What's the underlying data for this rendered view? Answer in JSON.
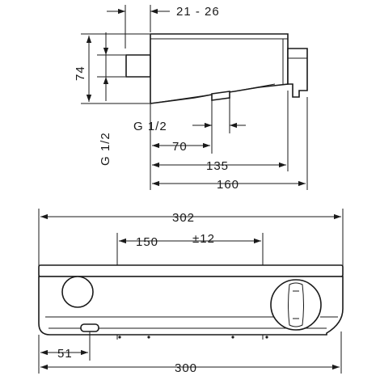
{
  "labels": {
    "top_depth": "21 - 26",
    "height": "74",
    "thread_vertical": "G 1/2",
    "thread_horizontal": "G 1/2",
    "d70": "70",
    "d135": "135",
    "d160": "160",
    "width": "302",
    "spacing": "150",
    "spacing_tol": "±12",
    "offset": "51",
    "bottom_width": "300"
  }
}
